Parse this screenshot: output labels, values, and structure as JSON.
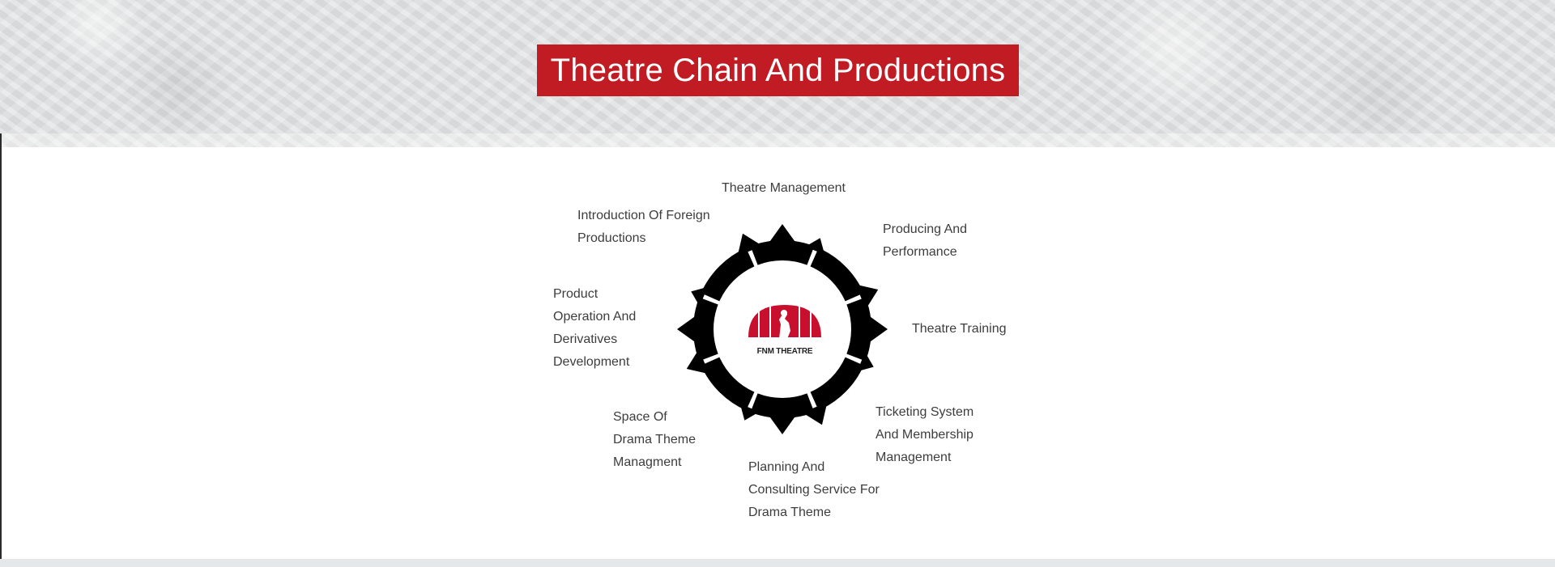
{
  "header": {
    "title": "Theatre Chain And Productions"
  },
  "colors": {
    "accent_red": "#c11b24",
    "wheel_black": "#000000",
    "text_gray": "#3d3d3d"
  },
  "wheel": {
    "logo_text": "FNM THEATRE",
    "icon": "fnm-theatre-logo"
  },
  "services": [
    {
      "id": "theatre-management",
      "lines": [
        "Theatre Management"
      ]
    },
    {
      "id": "producing-performance",
      "lines": [
        "Producing And",
        "Performance"
      ]
    },
    {
      "id": "theatre-training",
      "lines": [
        "Theatre Training"
      ]
    },
    {
      "id": "ticketing",
      "lines": [
        "Ticketing System",
        "And Membership",
        "Management"
      ]
    },
    {
      "id": "planning-consulting",
      "lines": [
        "Planning And",
        "Consulting Service For",
        "Drama Theme"
      ]
    },
    {
      "id": "space-drama",
      "lines": [
        "Space Of",
        "Drama Theme",
        "Managment"
      ]
    },
    {
      "id": "product-operation",
      "lines": [
        "Product",
        "Operation And",
        "Derivatives",
        "Development"
      ]
    },
    {
      "id": "foreign-productions",
      "lines": [
        "Introduction Of Foreign",
        "Productions"
      ]
    }
  ]
}
